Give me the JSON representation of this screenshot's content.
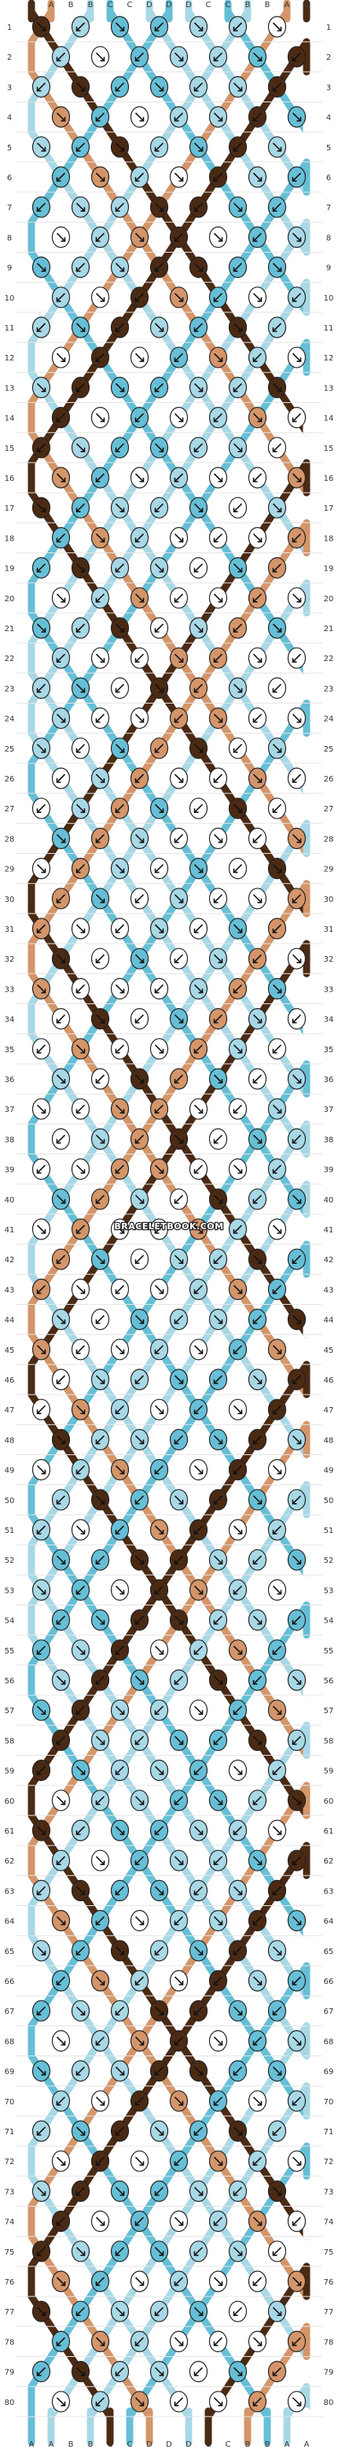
{
  "colors": {
    "A": "#4b2a14",
    "B": "#66bfd6",
    "C": "#ffffff",
    "D": "#a8d8e6",
    "E": "#d4956a"
  },
  "strand_start": [
    "A",
    "E",
    "C",
    "D",
    "B",
    "C",
    "D",
    "B",
    "D",
    "C",
    "B",
    "D",
    "C",
    "E",
    "A"
  ],
  "strand_letters": [
    "A",
    "A",
    "B",
    "B",
    "C",
    "C",
    "D",
    "D",
    "D",
    "C",
    "C",
    "B",
    "B",
    "A",
    "A"
  ],
  "row_count": 80,
  "row_numbers": [
    "1",
    "2",
    "3",
    "4",
    "5",
    "6",
    "7",
    "8",
    "9",
    "10",
    "11",
    "12",
    "13",
    "14",
    "15",
    "16",
    "17",
    "18",
    "19",
    "20",
    "21",
    "22",
    "23",
    "24",
    "25",
    "26",
    "27",
    "28",
    "29",
    "30",
    "31",
    "32",
    "33",
    "34",
    "35",
    "36",
    "37",
    "38",
    "39",
    "40",
    "41",
    "42",
    "43",
    "44",
    "45",
    "46",
    "47",
    "48",
    "49",
    "50",
    "51",
    "52",
    "53",
    "54",
    "55",
    "56",
    "57",
    "58",
    "59",
    "60",
    "61",
    "62",
    "63",
    "64",
    "65",
    "66",
    "67",
    "68",
    "69",
    "70",
    "71",
    "72",
    "73",
    "74",
    "75",
    "76",
    "77",
    "78",
    "79",
    "80"
  ],
  "watermark": "BRACELETBOOK.COM"
}
